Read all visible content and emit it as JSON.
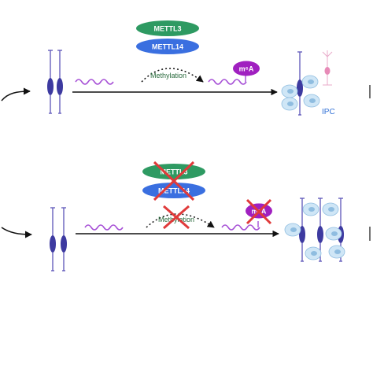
{
  "diagram": {
    "top": {
      "enzymes": [
        "METTL3",
        "METTL14"
      ],
      "process_label": "Methylation",
      "mark_label": "m⁶A",
      "cell_label": "IPC"
    },
    "bottom": {
      "enzymes": [
        "METTL3",
        "METTL14"
      ],
      "process_label": "Methylation",
      "mark_label": "m⁶A"
    },
    "colors": {
      "mettl3": "#2e9a62",
      "mettl14": "#3a6fe0",
      "m6a": "#a020c0",
      "rna": "#a64fd6",
      "cell": "#5c55b8",
      "inhibit_cross": "#e03a3a",
      "ipc_blue": "#2f6fd6",
      "progenitor_fill": "#cfe6f6"
    },
    "icons": {
      "inhibit": "red-x-icon",
      "neuron": "neuron-icon",
      "progenitor": "progenitor-cell-icon",
      "radial_glia": "radial-glia-icon"
    }
  }
}
